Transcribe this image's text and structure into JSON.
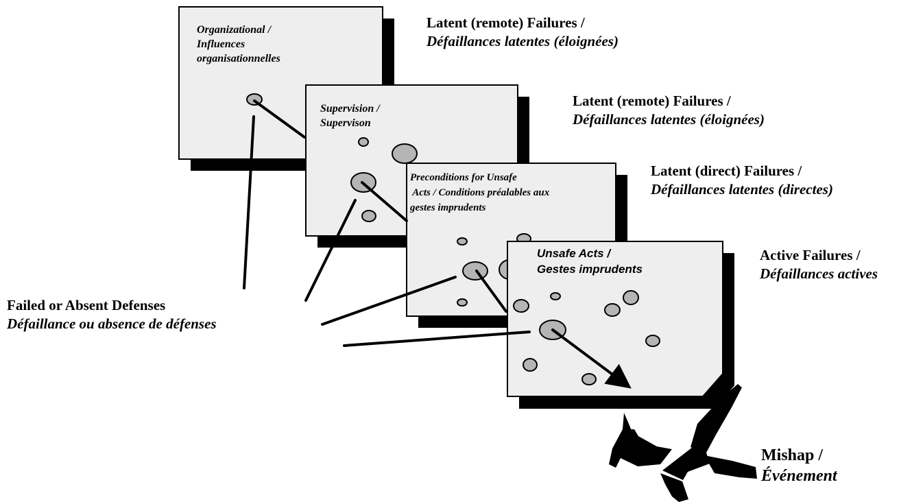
{
  "layers": [
    {
      "id": "organizational",
      "title_lines": [
        "Organizational /",
        "Influences",
        "organisationnelles"
      ],
      "label_en": "Latent (remote) Failures /",
      "label_fr": "Défaillances latentes (éloignées)"
    },
    {
      "id": "supervision",
      "title_lines": [
        "Supervision /",
        "Supervison"
      ],
      "label_en": "Latent (remote) Failures /",
      "label_fr": "Défaillances latentes (éloignées)"
    },
    {
      "id": "preconditions",
      "title_lines": [
        "Preconditions for  Unsafe",
        " Acts / Conditions préalables aux",
        "gestes imprudents"
      ],
      "label_en": "Latent (direct) Failures /",
      "label_fr": "Défaillances latentes (directes)"
    },
    {
      "id": "unsafe-acts",
      "title_lines": [
        "Unsafe Acts /",
        "Gestes imprudents"
      ],
      "label_en": "Active Failures /",
      "label_fr": "Défaillances actives"
    }
  ],
  "defenses": {
    "label_en": "Failed or Absent Defenses",
    "label_fr": "Défaillance ou absence de défenses"
  },
  "mishap": {
    "label_en": "Mishap /",
    "label_fr": "Événement",
    "icon": "crashed-aircraft-icon"
  },
  "colors": {
    "slice_fill": "#eeeeee",
    "hole_fill": "#b5b5b5",
    "shadow": "#000000",
    "line": "#000000"
  }
}
